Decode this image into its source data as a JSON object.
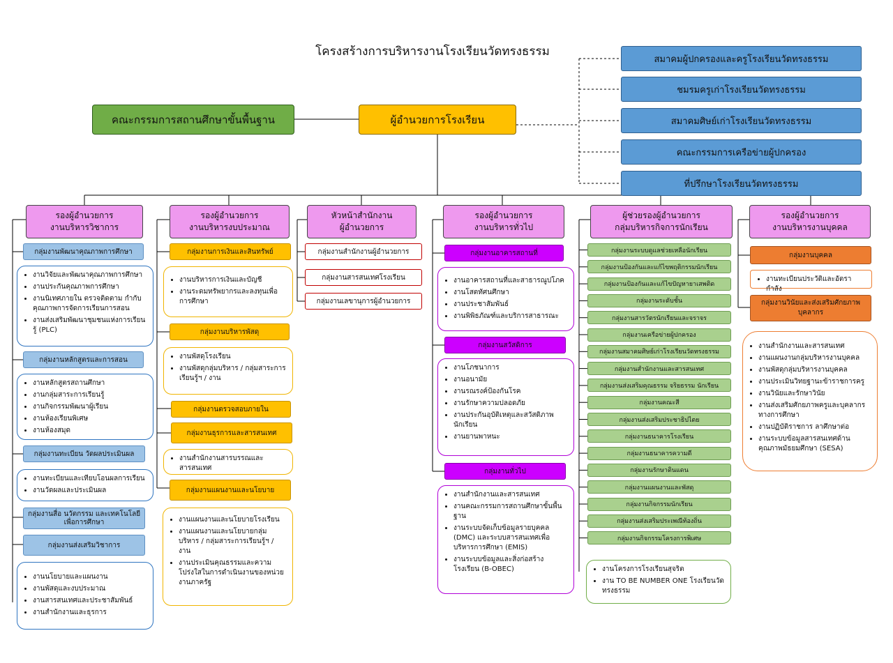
{
  "title": "โครงสร้างการบริหารงานโรงเรียนวัดทรงธรรม",
  "board": "คณะกรรมการสถานศึกษาขั้นพื้นฐาน",
  "director": "ผู้อำนวยการโรงเรียน",
  "associations": [
    "สมาคมผู้ปกครองและครูโรงเรียนวัดทรงธรรม",
    "ชมรมครูเก่าโรงเรียนวัดทรงธรรม",
    "สมาคมศิษย์เก่าโรงเรียนวัดทรงธรรม",
    "คณะกรรมการเครือข่ายผู้ปกครอง",
    "ที่ปรึกษาโรงเรียนวัดทรงธรรม"
  ],
  "columns": {
    "academic": {
      "head": [
        "รองผู้อำนวยการ",
        "งานบริหารวิชาการ"
      ],
      "g1": "กลุ่มงานพัฒนาคุณภาพการศึกษา",
      "b1": [
        "งานวิจัยและพัฒนาคุณภาพการศึกษา",
        "งานประกันคุณภาพการศึกษา",
        "งานนิเทศภายใน ตรวจติดตาม กำกับคุณภาพการจัดการเรียนการสอน",
        "งานส่งเสริมพัฒนาชุมชนแห่งการเรียนรู้ (PLC)"
      ],
      "g2": "กลุ่มงานหลักสูตรและการสอน",
      "b2": [
        "งานหลักสูตรสถานศึกษา",
        "งานกลุ่มสาระการเรียนรู้",
        "งานกิจกรรมพัฒนาผู้เรียน",
        "งานห้องเรียนพิเศษ",
        "งานห้องสมุด"
      ],
      "g3": "กลุ่มงานทะเบียน วัดผลประเมินผล",
      "b3": [
        "งานทะเบียนและเทียบโอนผลการเรียน",
        "งานวัดผลและประเมินผล"
      ],
      "g4": [
        "กลุ่มงานสื่อ นวัตกรรม และเทคโนโลยี",
        "เพื่อการศึกษา"
      ],
      "g5": "กลุ่มงานส่งเสริมวิชาการ",
      "b5": [
        "งานนโยบายและแผนงาน",
        "งานพัสดุและงบประมาณ",
        "งานสารสนเทศและประชาสัมพันธ์",
        "งานสำนักงานและธุรการ"
      ]
    },
    "budget": {
      "head": [
        "รองผู้อำนวยการ",
        "งานบริหารงบประมาณ"
      ],
      "g1": "กลุ่มงานการเงินและสินทรัพย์",
      "b1": [
        "งานบริหารการเงินและบัญชี",
        "งานระดมทรัพยากรและลงทุนเพื่อการศึกษา"
      ],
      "g2": "กลุ่มงานบริหารพัสดุ",
      "b2": [
        "งานพัสดุโรงเรียน",
        "งานพัสดุกลุ่มบริหาร / กลุ่มสาระการเรียนรู้ฯ / งาน"
      ],
      "g3": "กลุ่มงานตรวจสอบภายใน",
      "g4": "กลุ่มงานธุรการและสารสนเทศ",
      "b4": [
        "งานสำนักงานสารบรรณและสารสนเทศ"
      ],
      "g5": "กลุ่มงานแผนงานและนโยบาย",
      "b5": [
        "งานแผนงานและนโยบายโรงเรียน",
        "งานแผนงานและนโยบายกลุ่มบริหาร / กลุ่มสาระการเรียนรู้ฯ / งาน",
        "งานประเมินคุณธรรมและความโปร่งใสในการดำเนินงานของหน่วยงานภาครัฐ"
      ]
    },
    "office": {
      "head": [
        "หัวหน้าสำนักงาน",
        "ผู้อำนวยการ"
      ],
      "groups": [
        "กลุ่มงานสำนักงานผู้อำนวยการ",
        "กลุ่มงานสารสนเทศโรงเรียน",
        "กลุ่มงานเลขานุการผู้อำนวยการ"
      ]
    },
    "general": {
      "head": [
        "รองผู้อำนวยการ",
        "งานบริหารทั่วไป"
      ],
      "g1": "กลุ่มงานอาคารสถานที่",
      "b1": [
        "งานอาคารสถานที่และสาธารณูปโภค",
        "งานโสตทัศนศึกษา",
        "งานประชาสัมพันธ์",
        "งานพิพิธภัณฑ์และบริการสาธารณะ"
      ],
      "g2": "กลุ่มงานสวัสดิการ",
      "b2": [
        "งานโภชนาการ",
        "งานอนามัย",
        "งานรณรงค์ป้องกันโรค",
        "งานรักษาความปลอดภัย",
        "งานประกันอุบัติเหตุและสวัสดิภาพนักเรียน",
        "งานยานพาหนะ"
      ],
      "g3": "กลุ่มงานทั่วไป",
      "b3": [
        "งานสำนักงานและสารสนเทศ",
        "งานคณะกรรมการสถานศึกษาขั้นพื้นฐาน",
        "งานระบบจัดเก็บข้อมูลรายบุคคล (DMC) และระบบสารสนเทศเพื่อบริหารการศึกษา (EMIS)",
        "งานระบบข้อมูลและสิ่งก่อสร้างโรงเรียน (B-OBEC)"
      ]
    },
    "student": {
      "head": [
        "ผู้ช่วยรองผู้อำนวยการ",
        "กลุ่มบริหารกิจการนักเรียน"
      ],
      "groups": [
        "กลุ่มงานระบบดูแลช่วยเหลือนักเรียน",
        "กลุ่มงานป้องกันและแก้ไขพฤติกรรมนักเรียน",
        "กลุ่มงานป้องกันและแก้ไขปัญหายาเสพติด",
        "กลุ่มงานระดับชั้น",
        "กลุ่มงานสารวัตรนักเรียนและจราจร",
        "กลุ่มงานเครือข่ายผู้ปกครอง",
        "กลุ่มงานสมาคมศิษย์เก่าโรงเรียนวัดทรงธรรม",
        "กลุ่มงานสำนักงานและสารสนเทศ",
        "กลุ่มงานส่งเสริมคุณธรรม จริยธรรม นักเรียน",
        "กลุ่มงานคณะสี",
        "กลุ่มงานส่งเสริมประชาธิปไตย",
        "กลุ่มงานธนาคารโรงเรียน",
        "กลุ่มงานธนาคารความดี",
        "กลุ่มงานรักษาดินแดน",
        "กลุ่มงานแผนงานและพัสดุ",
        "กลุ่มงานกิจกรรมนักเรียน",
        "กลุ่มงานส่งเสริมประเพณีท้องถิ่น",
        "กลุ่มงานกิจกรรมโครงการพิเศษ"
      ],
      "box": [
        "งานโครงการโรงเรียนสุจริต",
        "งาน TO BE NUMBER ONE โรงเรียนวัดทรงธรรม"
      ]
    },
    "personnel": {
      "head": [
        "รองผู้อำนวยการ",
        "งานบริหารงานบุคคล"
      ],
      "g1": "กลุ่มงานบุคคล",
      "b1": [
        "งานทะเบียนประวัติและอัตรากำลัง"
      ],
      "g2": [
        "กลุ่มงานวินัยและส่งเสริมศักยภาพ",
        "บุคลากร"
      ],
      "b2": [
        "งานสำนักงานและสารสนเทศ",
        "งานแผนงานกลุ่มบริหารงานบุคคล",
        "งานพัสดุกลุ่มบริหารงานบุคคล",
        "งานประเมินวิทยฐานะข้าราชการครู",
        "งานวินัยและรักษาวินัย",
        "งานส่งเสริมศักยภาพครูและบุคลากรทางการศึกษา",
        "งานปฏิบัติราชการ ลาศึกษาต่อ",
        "งานระบบข้อมูลสารสนเทศด้านคุณภาพมัธยมศึกษา (SESA)"
      ]
    }
  }
}
